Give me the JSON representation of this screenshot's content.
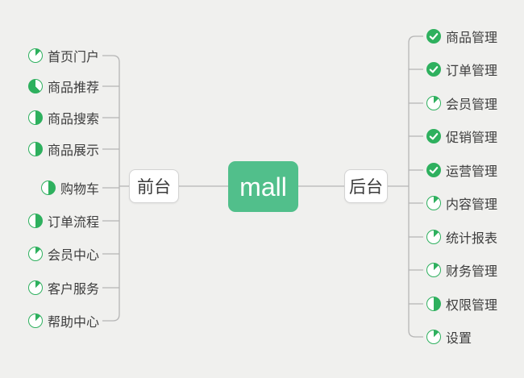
{
  "root": {
    "label": "mall"
  },
  "branches": {
    "front": {
      "label": "前台",
      "items": [
        {
          "label": "首页门户",
          "icon": "progress-pie",
          "progress": 0.125,
          "pie_rotation_deg": 0
        },
        {
          "label": "商品推荐",
          "icon": "progress-pie",
          "progress": 0.625,
          "pie_rotation_deg": 135
        },
        {
          "label": "商品搜索",
          "icon": "progress-pie",
          "progress": 0.5,
          "pie_rotation_deg": 0
        },
        {
          "label": "商品展示",
          "icon": "progress-pie",
          "progress": 0.5,
          "pie_rotation_deg": 0
        },
        {
          "label": "购物车",
          "icon": "progress-pie",
          "progress": 0.5,
          "pie_rotation_deg": 0
        },
        {
          "label": "订单流程",
          "icon": "progress-pie",
          "progress": 0.5,
          "pie_rotation_deg": 0
        },
        {
          "label": "会员中心",
          "icon": "progress-pie",
          "progress": 0.125,
          "pie_rotation_deg": 0
        },
        {
          "label": "客户服务",
          "icon": "progress-pie",
          "progress": 0.125,
          "pie_rotation_deg": 0
        },
        {
          "label": "帮助中心",
          "icon": "progress-pie",
          "progress": 0.125,
          "pie_rotation_deg": 0
        }
      ]
    },
    "back": {
      "label": "后台",
      "items": [
        {
          "label": "商品管理",
          "icon": "check-circle",
          "progress": 1
        },
        {
          "label": "订单管理",
          "icon": "check-circle",
          "progress": 1
        },
        {
          "label": "会员管理",
          "icon": "progress-pie",
          "progress": 0.125,
          "pie_rotation_deg": 0
        },
        {
          "label": "促销管理",
          "icon": "check-circle",
          "progress": 1
        },
        {
          "label": "运营管理",
          "icon": "check-circle",
          "progress": 1
        },
        {
          "label": "内容管理",
          "icon": "progress-pie",
          "progress": 0.125,
          "pie_rotation_deg": 0
        },
        {
          "label": "统计报表",
          "icon": "progress-pie",
          "progress": 0.125,
          "pie_rotation_deg": 0
        },
        {
          "label": "财务管理",
          "icon": "progress-pie",
          "progress": 0.125,
          "pie_rotation_deg": 0
        },
        {
          "label": "权限管理",
          "icon": "progress-pie",
          "progress": 0.5,
          "pie_rotation_deg": 0
        },
        {
          "label": "设置",
          "icon": "progress-pie",
          "progress": 0.125,
          "pie_rotation_deg": 0
        }
      ]
    }
  },
  "colors": {
    "background": "#f0f0ee",
    "line": "#b5b5b5",
    "accent_green": "#2eb05e",
    "root_green": "#51bf8b"
  }
}
